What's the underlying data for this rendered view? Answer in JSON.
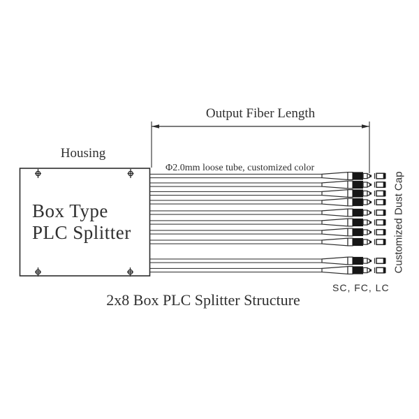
{
  "diagram": {
    "title": "2x8 Box PLC Splitter Structure",
    "labels": {
      "housing": "Housing",
      "box_line1": "Box Type",
      "box_line2": "PLC Splitter",
      "dimension": "Output Fiber Length",
      "tube": "Φ2.0mm loose tube, customized color",
      "dust_cap": "Customized Dust Cap",
      "connector_types": "SC, FC, LC"
    },
    "structure": {
      "type": "box PLC splitter",
      "configuration": "2x8",
      "output_fibers": 8,
      "input_fibers": 2,
      "output_row_y": [
        252,
        264.5,
        277,
        289.5,
        304.5,
        318.5,
        332.5,
        346.5
      ],
      "input_row_y": [
        373.5,
        387
      ]
    },
    "colors": {
      "line": "#3d3d3d",
      "outline": "#2c2c2c",
      "band_fill": "#161616",
      "text": "#2f2f2f",
      "background": "#ffffff"
    }
  }
}
